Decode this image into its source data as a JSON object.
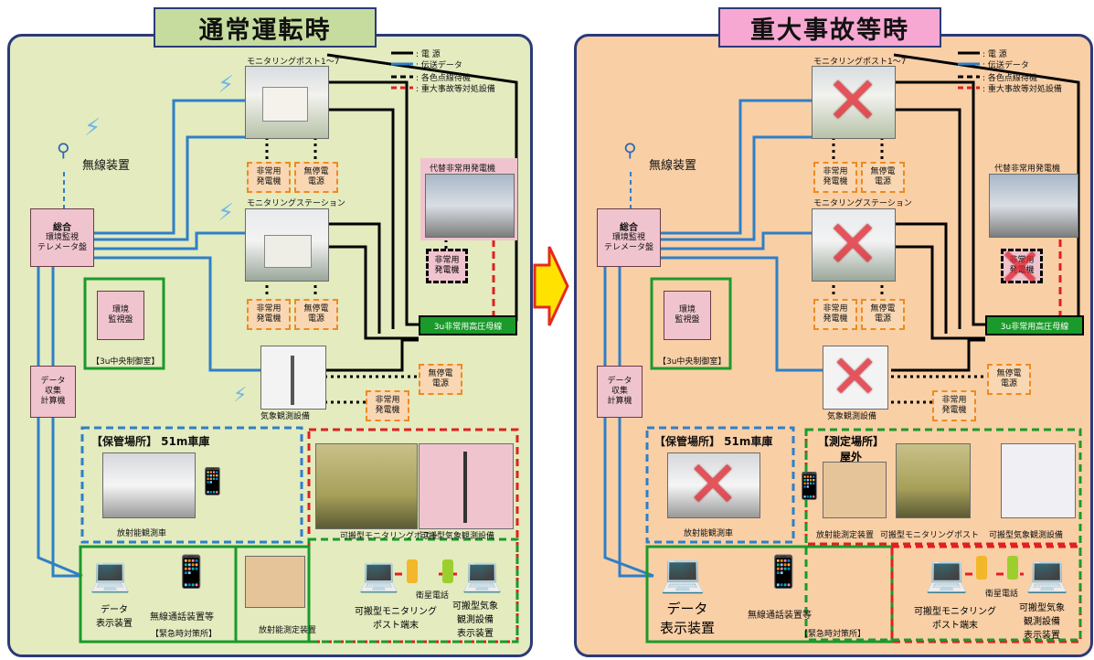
{
  "left": {
    "title": "通常運転時",
    "legend": [
      ": 電 源",
      ": 伝送データ",
      ": 各色点線待機",
      ": 重大事故等対処設備"
    ],
    "monitoring_posts": "モニタリングポスト1～7",
    "monitoring_station": "モニタリングステーション",
    "radio": "無線装置",
    "telemeter": {
      "head": "総合",
      "body": "環境監視\nテレメータ盤"
    },
    "env_panel": "環境\n監視盤",
    "control_room": "【3u中央制御室】",
    "data_computer": "データ\n収集\n計算機",
    "backup_generator": "代替非常用発電機",
    "emergency_gen": "非常用\n発電機",
    "ups": "無停電\n電源",
    "bus": "3u非常用高圧母線",
    "weather": "気象観測設備",
    "storage": "【保管場所】 51m車庫",
    "vehicle": "放射能観測車",
    "portable_post": "可搬型モニタリングポスト",
    "portable_weather": "可搬型気象観測設備",
    "data_display": "データ\n表示装置",
    "radio_comm": "無線通話装置等",
    "emergency_office": "【緊急時対策所】",
    "rad_meter": "放射能測定装置",
    "sat_phone": "衛星電話",
    "post_terminal": "可搬型モニタリング\nポスト端末",
    "weather_display": "可搬型気象\n観測設備\n表示装置"
  },
  "right": {
    "title": "重大事故等時",
    "legend": [
      ": 電 源",
      ": 伝送データ",
      ": 各色点線待機",
      ": 重大事故等対処設備"
    ],
    "monitoring_posts": "モニタリングポスト1～7",
    "monitoring_station": "モニタリングステーション",
    "radio": "無線装置",
    "telemeter": {
      "head": "総合",
      "body": "環境監視\nテレメータ盤"
    },
    "env_panel": "環境\n監視盤",
    "control_room": "【3u中央制御室】",
    "data_computer": "データ\n収集\n計算機",
    "backup_generator": "代替非常用発電機",
    "emergency_gen": "非常用\n発電機",
    "ups": "無停電\n電源",
    "bus": "3u非常用高圧母線",
    "weather": "気象観測設備",
    "storage": "【保管場所】 51m車庫",
    "vehicle": "放射能観測車",
    "measure_place": "【測定場所】\n屋外",
    "rad_meter": "放射能測定装置",
    "portable_post": "可搬型モニタリングポスト",
    "portable_weather": "可搬型気象観測設備",
    "data_display": "データ\n表示装置",
    "radio_comm": "無線通話装置等",
    "emergency_office": "【緊急時対策所】",
    "sat_phone": "衛星電話",
    "post_terminal": "可搬型モニタリング\nポスト端末",
    "weather_display": "可搬型気象\n観測設備\n表示装置"
  },
  "colors": {
    "left_bg": "#e3ebbf",
    "right_bg": "#f9cfa6",
    "left_title": "#c6dc9e",
    "right_title": "#f7a8d2",
    "power": "#000000",
    "data": "#2f7fc7",
    "standby": "#000000",
    "sa": "#e02020",
    "green_box": "#1a9a2a"
  }
}
